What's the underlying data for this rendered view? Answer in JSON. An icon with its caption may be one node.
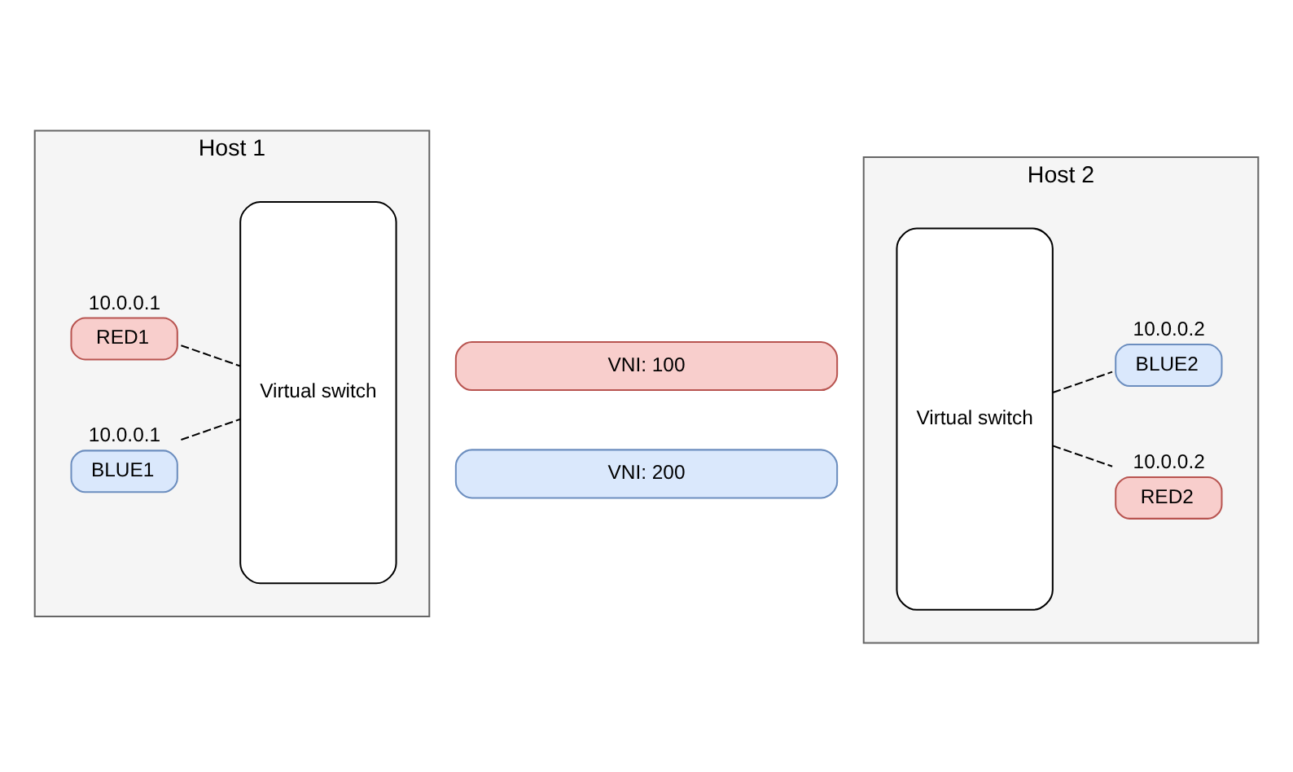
{
  "diagram": {
    "nodes": [
      {
        "text": [
          "Host 1"
        ]
      },
      {
        "text": [
          "Virtual switch"
        ],
        "in": 0
      },
      {
        "text": [
          "RED1"
        ],
        "in": 0,
        "beside": [
          "10.0.0.1"
        ]
      },
      {
        "text": [
          "BLUE1"
        ],
        "in": 0,
        "beside": [
          "10.0.0.1"
        ]
      },
      {
        "text": [
          "VNI: 100"
        ]
      },
      {
        "text": [
          "VNI: 200"
        ]
      },
      {
        "text": [
          "Host 2"
        ]
      },
      {
        "text": [
          "Virtual switch"
        ],
        "in": 6
      },
      {
        "text": [
          "RED2"
        ],
        "in": 6,
        "beside": [
          "10.0.0.2"
        ]
      },
      {
        "text": [
          "BLUE2"
        ],
        "in": 6,
        "beside": [
          "10.0.0.2"
        ]
      }
    ],
    "edges": [
      {
        "from": 2,
        "to": 1,
        "arrow": "none",
        "style": "dashed"
      },
      {
        "from": 3,
        "to": 1,
        "arrow": "none",
        "style": "dashed"
      },
      {
        "from": 7,
        "to": 8,
        "arrow": "none",
        "style": "dashed"
      },
      {
        "from": 7,
        "to": 9,
        "arrow": "none",
        "style": "dashed"
      }
    ]
  }
}
